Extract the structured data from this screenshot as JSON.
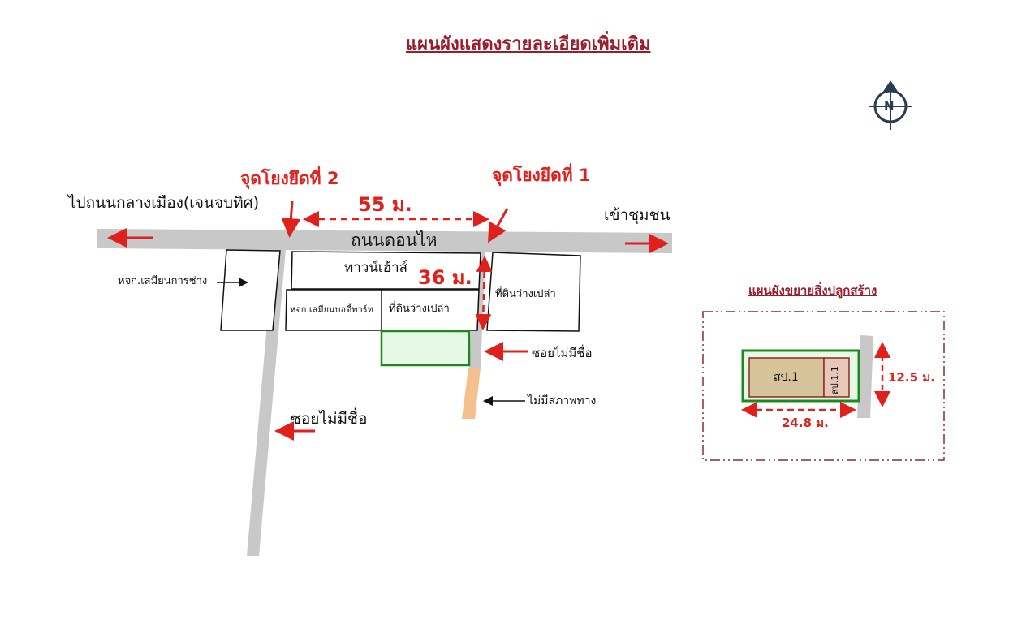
{
  "title": "แผนผังแสดงรายละเอียดเพิ่มเติม",
  "compass": {
    "letter": "N",
    "icon": "north-compass-icon"
  },
  "main_map": {
    "road_name": "ถนนดอนไห",
    "to_city": "ไปถนนกลางเมือง(เจนจบทิศ)",
    "to_community": "เข้าชุมชน",
    "anchor_point_1": "จุดโยงยึดที่ 1",
    "anchor_point_2": "จุดโยงยึดที่ 2",
    "distance_horizontal": "55 ม.",
    "distance_vertical": "36 ม.",
    "parcels": {
      "townhouse": "ทาวน์เฮ้าส์",
      "left_partnership": "หจก.เสมียนการช่าง",
      "body_part": "หจก.เสมียนบอดี้พาร์ท",
      "vacant_center": "ที่ดินว่างเปล่า",
      "vacant_right": "ที่ดินว่างเปล่า"
    },
    "soi_right": "ซอยไม่มีชื่อ",
    "soi_left": "ซอยไม่มีชื่อ",
    "no_road": "ไม่มีสภาพทาง"
  },
  "inset": {
    "title": "แผนผังขยายสิ่งปลูกสร้าง",
    "building_1": "สป.1",
    "building_1_1": "สป.1.1",
    "width": "12.5 ม.",
    "length": "24.8 ม."
  },
  "colors": {
    "accent_red": "#e0201c",
    "title_red": "#9b1c2c",
    "road_gray": "#c8c8c8",
    "plot_green": "#1e8a1e",
    "no_road_orange": "#f5c08f"
  }
}
